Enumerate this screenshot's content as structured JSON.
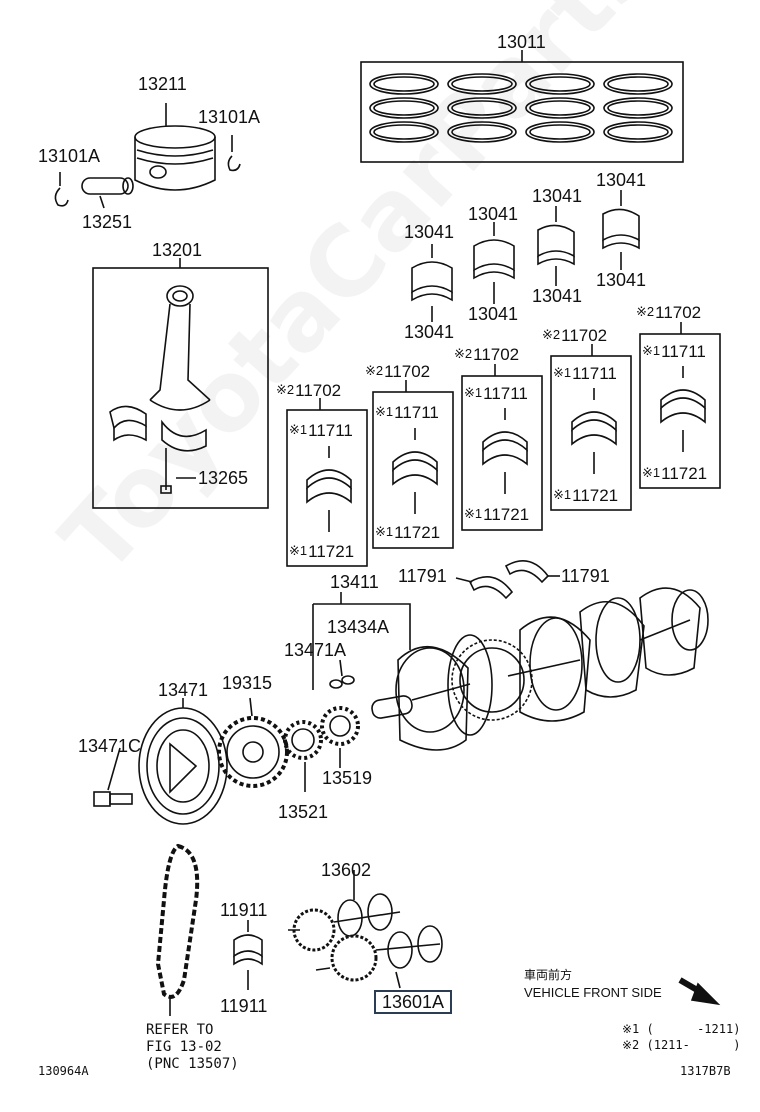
{
  "watermark": "ToyotaCarParts.ru",
  "callouts": {
    "rings": "13011",
    "piston": "13211",
    "snap_ring_right": "13101A",
    "snap_ring_left": "13101A",
    "pin": "13251",
    "conrod": "13201",
    "conrod_bolt": "13265",
    "rod_bearing_1_top": "13041",
    "rod_bearing_1_bottom": "13041",
    "rod_bearing_2_top": "13041",
    "rod_bearing_2_bottom": "13041",
    "rod_bearing_3_top": "13041",
    "rod_bearing_3_bottom": "13041",
    "rod_bearing_4_top": "13041",
    "rod_bearing_4_bottom": "13041",
    "main_set_1": "11702",
    "main_set_2": "11702",
    "main_set_3": "11702",
    "main_set_4": "11702",
    "main_set_5": "11702",
    "main_upper_1": "11711",
    "main_upper_2": "11711",
    "main_upper_3": "11711",
    "main_upper_4": "11711",
    "main_upper_5": "11711",
    "main_lower_1": "11721",
    "main_lower_2": "11721",
    "main_lower_3": "11721",
    "main_lower_4": "11721",
    "main_lower_5": "11721",
    "thrust_washer_left": "11791",
    "thrust_washer_right": "11791",
    "key": "13411",
    "key_set": "13434A",
    "key_small": "13471A",
    "pulley": "13471",
    "pulley_bolt": "13471C",
    "sprocket_large": "19315",
    "sprocket_mid": "13521",
    "sprocket_small": "13519",
    "balance_shaft_gear": "13602",
    "balance_shaft": "13601A",
    "balance_bearing_top": "11911",
    "balance_bearing_bottom": "11911"
  },
  "marks": {
    "m1": "※1",
    "m2": "※2"
  },
  "refer_note": "REFER TO\nFIG 13-02\n(PNC 13507)",
  "vehicle_front": {
    "jp": "車両前方",
    "en": "VEHICLE FRONT SIDE"
  },
  "legend": {
    "l1": "※1 (      -1211)",
    "l2": "※2 (1211-      )"
  },
  "fig_left": "130964A",
  "fig_right": "1317B7B",
  "colors": {
    "line": "#111111",
    "highlight": "#2b3c55"
  }
}
